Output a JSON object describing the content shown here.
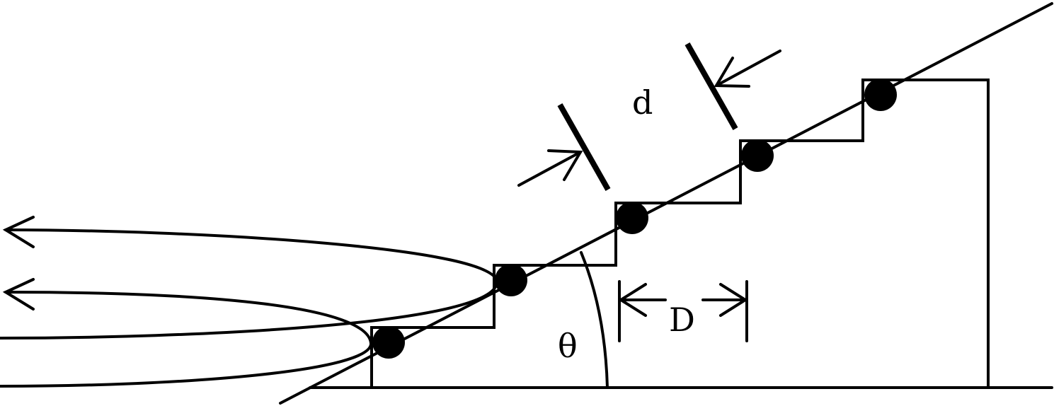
{
  "labels": {
    "d": "d",
    "D": "D",
    "theta": "θ"
  },
  "colors": {
    "ink": "#000000",
    "background": "#ffffff"
  }
}
